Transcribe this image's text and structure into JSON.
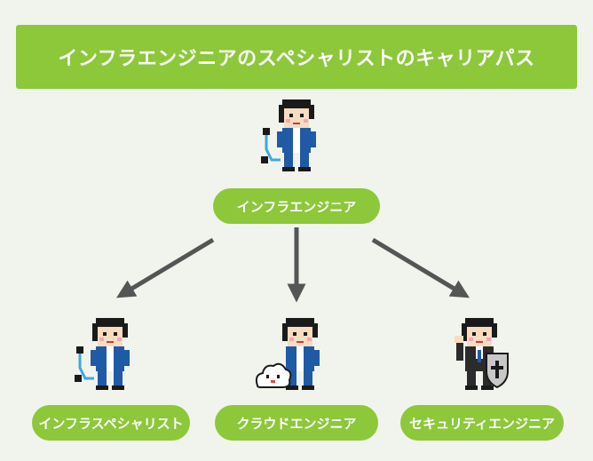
{
  "title": "インフラエンジニアのスペシャリストのキャリアパス",
  "root": {
    "label": "インフラエンジニア"
  },
  "children": [
    {
      "label": "インフラスペシャリスト"
    },
    {
      "label": "クラウドエンジニア"
    },
    {
      "label": "セキュリティエンジニア"
    }
  ],
  "colors": {
    "accent": "#8cc83a",
    "background": "#f1f4ec",
    "arrow": "#555555",
    "uniform": "#1f5aa6",
    "hair": "#1a1a1a",
    "skin": "#f7dcc0"
  }
}
